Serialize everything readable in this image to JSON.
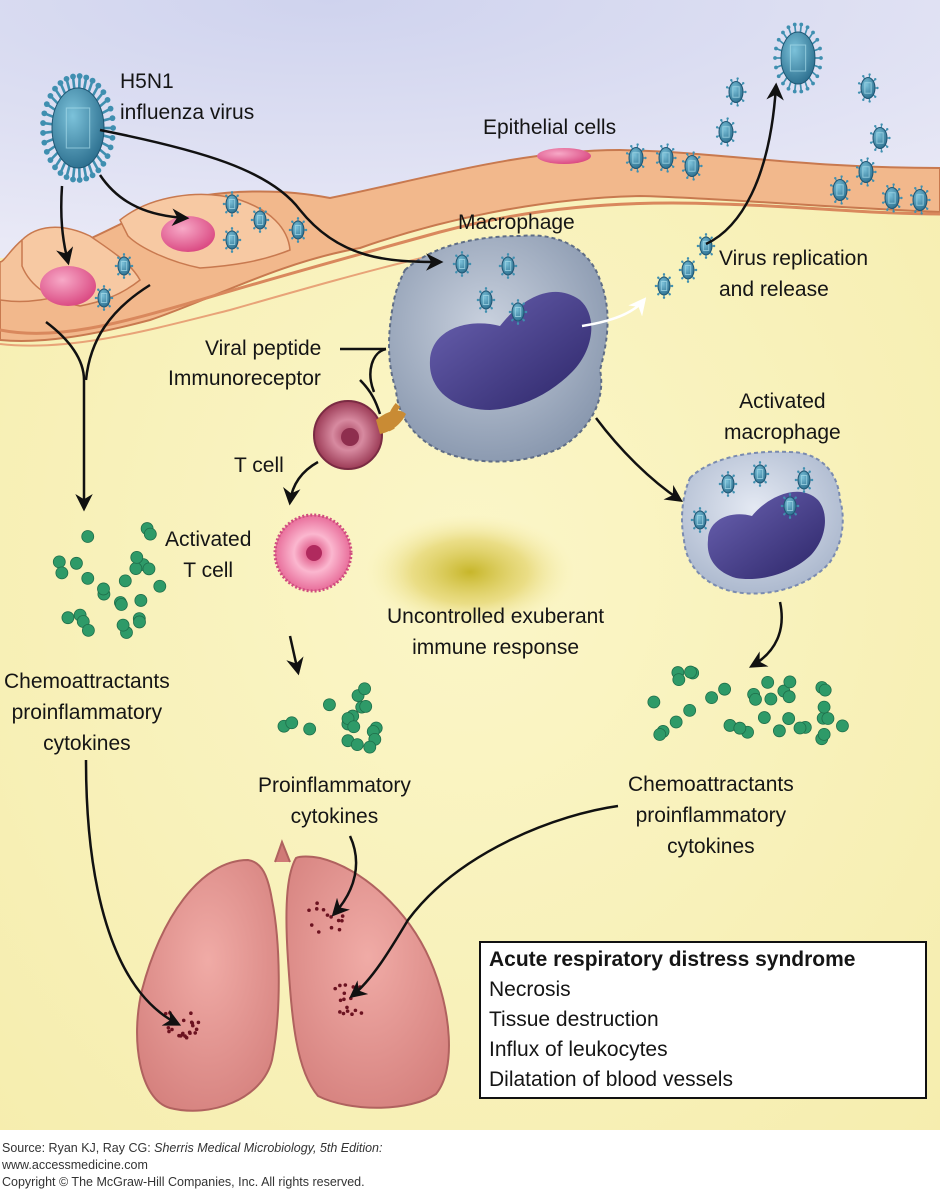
{
  "labels": {
    "virus": [
      "H5N1",
      "influenza virus"
    ],
    "epithelial": "Epithelial cells",
    "macrophage": "Macrophage",
    "replication": [
      "Virus replication",
      "and release"
    ],
    "viral_peptide": "Viral peptide",
    "immunoreceptor": "Immunoreceptor",
    "t_cell": "T cell",
    "activated_t_cell": [
      "Activated",
      "T cell"
    ],
    "activated_macrophage": [
      "Activated",
      "macrophage"
    ],
    "uncontrolled": [
      "Uncontrolled exuberant",
      "immune response"
    ],
    "chemo_left": [
      "Chemoattractants",
      "proinflammatory",
      "cytokines"
    ],
    "proinflammatory_center": [
      "Proinflammatory",
      "cytokines"
    ],
    "chemo_right": [
      "Chemoattractants",
      "proinflammatory",
      "cytokines"
    ]
  },
  "ards": {
    "title": "Acute respiratory distress syndrome",
    "items": [
      "Necrosis",
      "Tissue destruction",
      "Influx of leukocytes",
      "Dilatation of blood vessels"
    ]
  },
  "footer": {
    "source_prefix": "Source: Ryan KJ, Ray CG: ",
    "source_book": "Sherris Medical Microbiology, 5th Edition:",
    "url": "www.accessmedicine.com",
    "copyright": "Copyright © The McGraw-Hill Companies, Inc. All rights reserved."
  },
  "colors": {
    "sky": "#d9dcf1",
    "tissue": "#f8f0b4",
    "epithelium": "#f2b88c",
    "nucleus_pink": "#ea6ea0",
    "virus": "#3f8fb0",
    "macrophage_body": "#a9b4c6",
    "macrophage_nucleus": "#433b86",
    "cytokine": "#2e9a68",
    "lung": "#d98c8a",
    "arrow": "#111111"
  }
}
